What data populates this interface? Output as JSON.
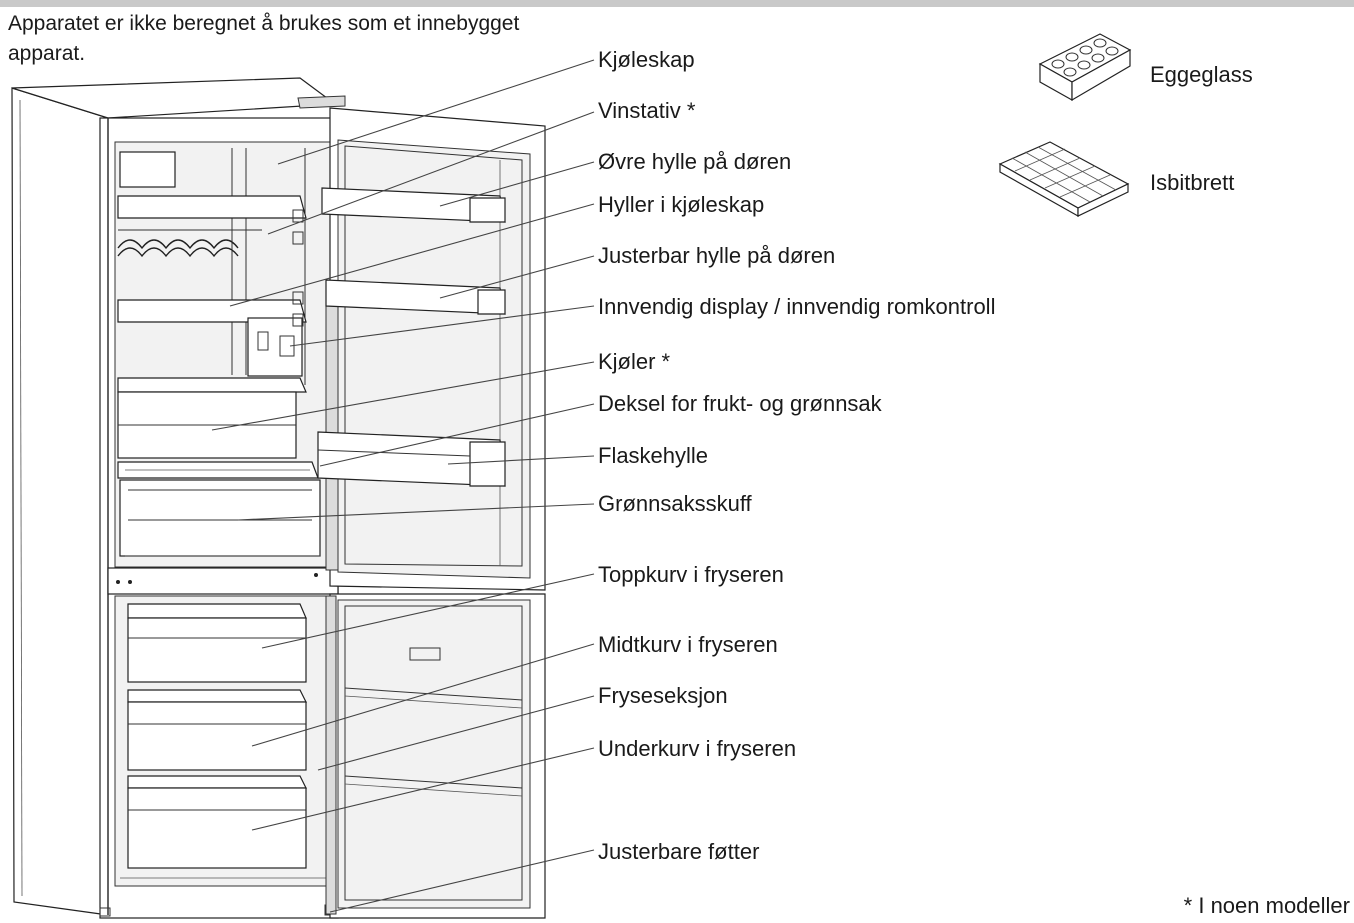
{
  "note": "Apparatet er ikke beregnet å brukes som et innebygget apparat.",
  "components": [
    {
      "id": "fridge-compartment",
      "label": "Kjøleskap"
    },
    {
      "id": "wine-rack",
      "label": "Vinstativ *"
    },
    {
      "id": "upper-door-shelf",
      "label": "Øvre hylle på døren"
    },
    {
      "id": "fridge-shelves",
      "label": "Hyller i kjøleskap"
    },
    {
      "id": "adjustable-door-shelf",
      "label": "Justerbar hylle på døren"
    },
    {
      "id": "internal-display",
      "label": "Innvendig display / innvendig romkontroll"
    },
    {
      "id": "chiller",
      "label": "Kjøler *"
    },
    {
      "id": "crisper-cover",
      "label": "Deksel for frukt- og grønnsak"
    },
    {
      "id": "bottle-shelf",
      "label": "Flaskehylle"
    },
    {
      "id": "crisper-drawer",
      "label": "Grønnsaksskuff"
    },
    {
      "id": "freezer-top-basket",
      "label": "Toppkurv i fryseren"
    },
    {
      "id": "freezer-middle-basket",
      "label": "Midtkurv i fryseren"
    },
    {
      "id": "freezer-section",
      "label": "Fryseseksjon"
    },
    {
      "id": "freezer-bottom-basket",
      "label": "Underkurv i fryseren"
    },
    {
      "id": "adjustable-feet",
      "label": "Justerbare føtter"
    }
  ],
  "accessories": [
    {
      "id": "egg-tray",
      "label": "Eggeglass",
      "icon": "egg-tray-icon"
    },
    {
      "id": "ice-tray",
      "label": "Isbitbrett",
      "icon": "ice-cube-tray-icon"
    }
  ],
  "footnote": "* I noen modeller"
}
